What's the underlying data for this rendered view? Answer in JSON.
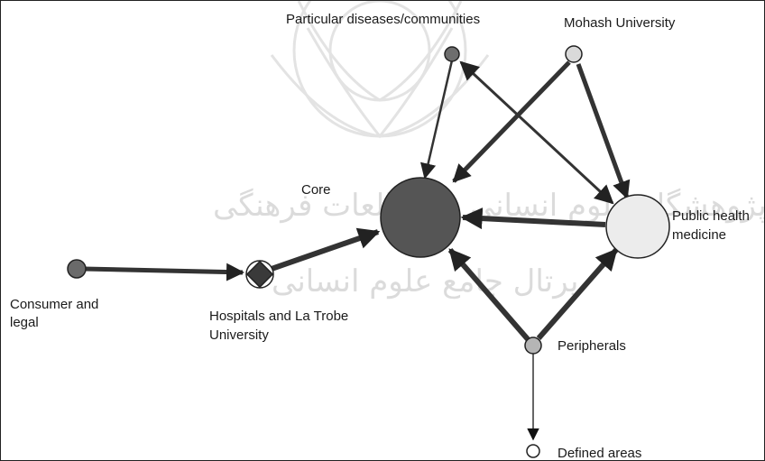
{
  "watermark": {
    "line1": "پژوهشگاه علوم انسانی و مطالعات فرهنگی",
    "line2": "پرتال جامع علوم انسانی"
  },
  "nodes": {
    "core": {
      "label": "Core"
    },
    "particular": {
      "label": "Particular diseases/communities"
    },
    "monash": {
      "label": "Mohash University"
    },
    "public_health": {
      "label_line1": "Public health",
      "label_line2": "medicine"
    },
    "consumer": {
      "label_line1": "Consumer and",
      "label_line2": "legal"
    },
    "hospitals": {
      "label_line1": "Hospitals and La Trobe",
      "label_line2": "University"
    },
    "peripherals": {
      "label": "Peripherals"
    },
    "defined": {
      "label": "Defined areas"
    }
  },
  "colors": {
    "edge": "#333333",
    "core_fill": "#555555",
    "particular_fill": "#6e6e6e",
    "monash_fill": "#dadada",
    "public_health_fill": "#ececec",
    "consumer_fill": "#6a6a6a",
    "hospitals_fill": "#3a3a3a",
    "peripherals_fill": "#b5b5b5",
    "defined_fill": "#ffffff"
  }
}
